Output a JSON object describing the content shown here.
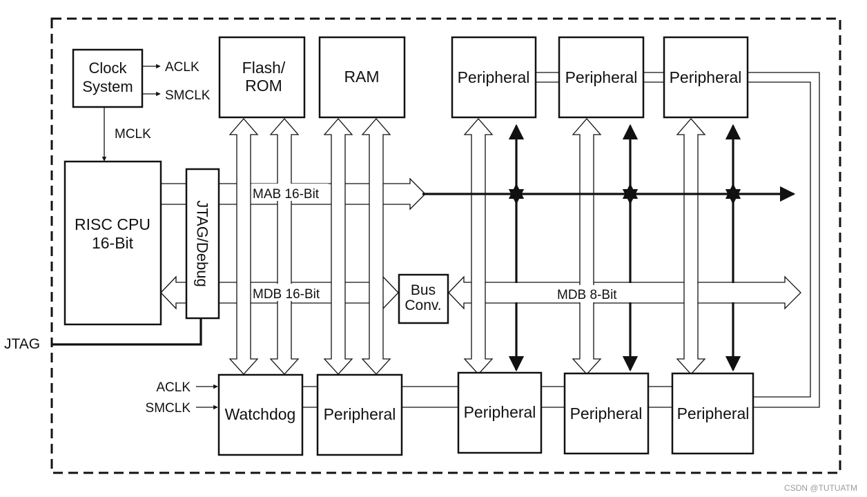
{
  "clock_system": {
    "label_line1": "Clock",
    "label_line2": "System",
    "out_aclk": "ACLK",
    "out_smclk": "SMCLK",
    "out_mclk": "MCLK"
  },
  "memory": {
    "flash_line1": "Flash/",
    "flash_line2": "ROM",
    "ram": "RAM"
  },
  "cpu": {
    "line1": "RISC CPU",
    "line2": "16-Bit"
  },
  "jtag_debug": "JTAG/Debug",
  "jtag_pin": "JTAG",
  "buses": {
    "mab": "MAB 16-Bit",
    "mdb16": "MDB 16-Bit",
    "mdb8": "MDB 8-Bit"
  },
  "bus_conv": {
    "line1": "Bus",
    "line2": "Conv."
  },
  "watchdog": {
    "label": "Watchdog",
    "in_aclk": "ACLK",
    "in_smclk": "SMCLK"
  },
  "peripherals": {
    "top": [
      "Peripheral",
      "Peripheral",
      "Peripheral"
    ],
    "bottom": [
      "Peripheral",
      "Peripheral",
      "Peripheral",
      "Peripheral"
    ]
  },
  "watermark": "CSDN @TUTUATM"
}
